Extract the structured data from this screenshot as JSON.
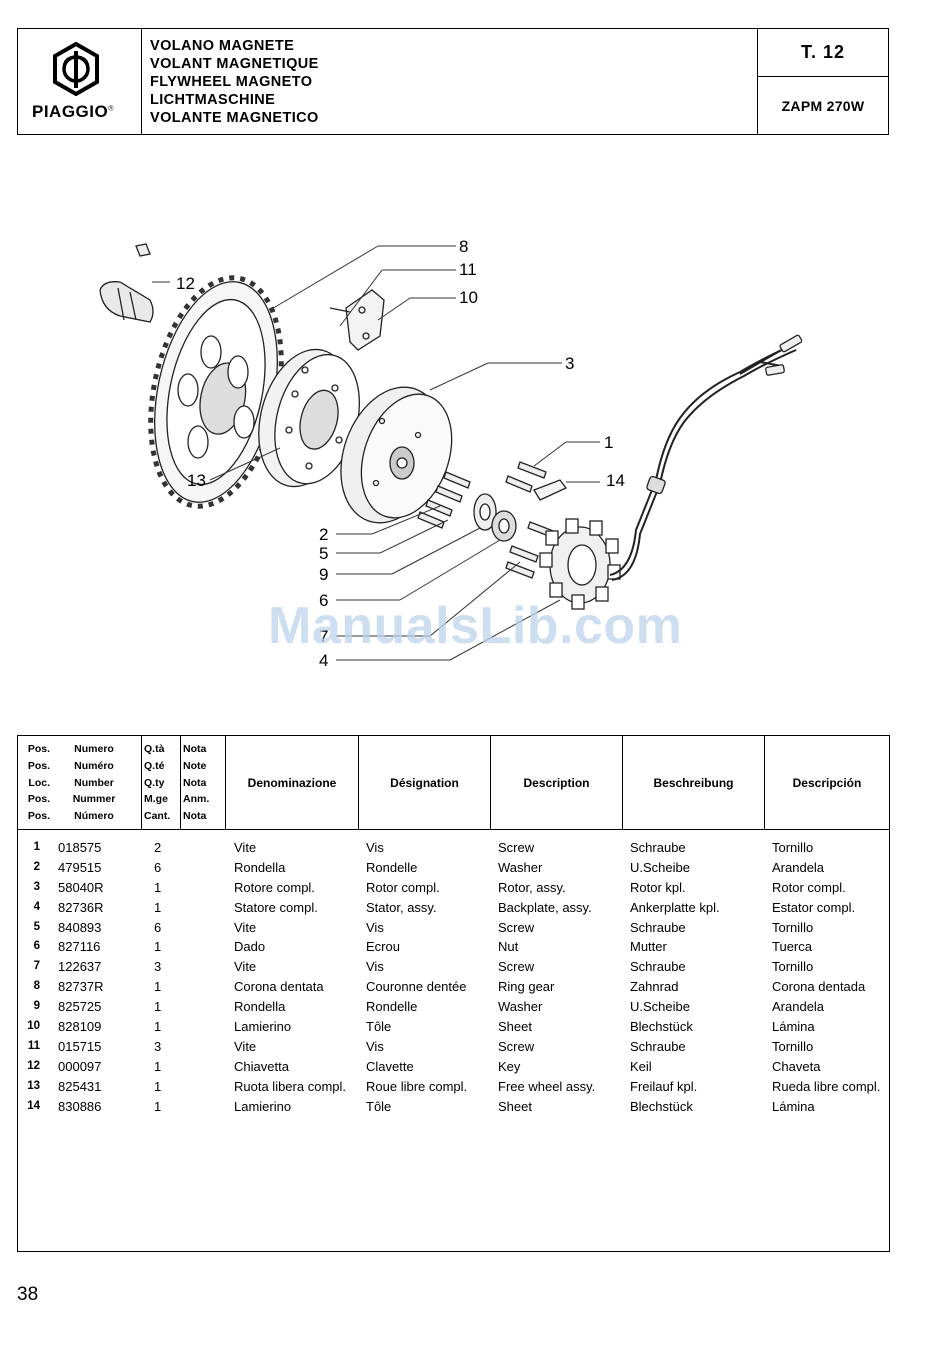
{
  "header": {
    "brand": "PIAGGIO",
    "brand_mark": "®",
    "titles": [
      "VOLANO MAGNETE",
      "VOLANT MAGNETIQUE",
      "FLYWHEEL MAGNETO",
      "LICHTMASCHINE",
      "VOLANTE MAGNETICO"
    ],
    "table_ref": "T. 12",
    "model": "ZAPM 270W"
  },
  "diagram": {
    "callouts": [
      "8",
      "11",
      "10",
      "12",
      "3",
      "1",
      "14",
      "13",
      "2",
      "5",
      "9",
      "6",
      "7",
      "4"
    ]
  },
  "watermark": "ManualsLib.com",
  "table": {
    "headers": {
      "pos": [
        "Pos.",
        "Pos.",
        "Loc.",
        "Pos.",
        "Pos."
      ],
      "numero": [
        "Numero",
        "Numéro",
        "Number",
        "Nummer",
        "Número"
      ],
      "qty": [
        "Q.tà",
        "Q.té",
        "Q.ty",
        "M.ge",
        "Cant."
      ],
      "nota": [
        "Nota",
        "Note",
        "Nota",
        "Anm.",
        "Nota"
      ],
      "denominazione": "Denominazione",
      "designation": "Désignation",
      "description": "Description",
      "beschreibung": "Beschreibung",
      "descripcion": "Descripción"
    },
    "rows": [
      {
        "pos": "1",
        "num": "018575",
        "qty": "2",
        "it": "Vite",
        "fr": "Vis",
        "en": "Screw",
        "de": "Schraube",
        "es": "Tornillo"
      },
      {
        "pos": "2",
        "num": "479515",
        "qty": "6",
        "it": "Rondella",
        "fr": "Rondelle",
        "en": "Washer",
        "de": "U.Scheibe",
        "es": "Arandela"
      },
      {
        "pos": "3",
        "num": "58040R",
        "qty": "1",
        "it": "Rotore compl.",
        "fr": "Rotor compl.",
        "en": "Rotor, assy.",
        "de": "Rotor kpl.",
        "es": "Rotor compl."
      },
      {
        "pos": "4",
        "num": "82736R",
        "qty": "1",
        "it": "Statore compl.",
        "fr": "Stator, assy.",
        "en": "Backplate, assy.",
        "de": "Ankerplatte kpl.",
        "es": "Estator compl."
      },
      {
        "pos": "5",
        "num": "840893",
        "qty": "6",
        "it": "Vite",
        "fr": "Vis",
        "en": "Screw",
        "de": "Schraube",
        "es": "Tornillo"
      },
      {
        "pos": "6",
        "num": "827116",
        "qty": "1",
        "it": "Dado",
        "fr": "Ecrou",
        "en": "Nut",
        "de": "Mutter",
        "es": "Tuerca"
      },
      {
        "pos": "7",
        "num": "122637",
        "qty": "3",
        "it": "Vite",
        "fr": "Vis",
        "en": "Screw",
        "de": "Schraube",
        "es": "Tornillo"
      },
      {
        "pos": "8",
        "num": "82737R",
        "qty": "1",
        "it": "Corona dentata",
        "fr": "Couronne dentée",
        "en": "Ring gear",
        "de": "Zahnrad",
        "es": "Corona dentada"
      },
      {
        "pos": "9",
        "num": "825725",
        "qty": "1",
        "it": "Rondella",
        "fr": "Rondelle",
        "en": "Washer",
        "de": "U.Scheibe",
        "es": "Arandela"
      },
      {
        "pos": "10",
        "num": "828109",
        "qty": "1",
        "it": "Lamierino",
        "fr": "Tôle",
        "en": "Sheet",
        "de": "Blechstück",
        "es": "Lámina"
      },
      {
        "pos": "11",
        "num": "015715",
        "qty": "3",
        "it": "Vite",
        "fr": "Vis",
        "en": "Screw",
        "de": "Schraube",
        "es": "Tornillo"
      },
      {
        "pos": "12",
        "num": "000097",
        "qty": "1",
        "it": "Chiavetta",
        "fr": "Clavette",
        "en": "Key",
        "de": "Keil",
        "es": "Chaveta"
      },
      {
        "pos": "13",
        "num": "825431",
        "qty": "1",
        "it": "Ruota libera compl.",
        "fr": "Roue libre compl.",
        "en": "Free wheel assy.",
        "de": "Freilauf kpl.",
        "es": "Rueda libre compl."
      },
      {
        "pos": "14",
        "num": "830886",
        "qty": "1",
        "it": "Lamierino",
        "fr": "Tôle",
        "en": "Sheet",
        "de": "Blechstück",
        "es": "Lámina"
      }
    ]
  },
  "page_number": "38"
}
